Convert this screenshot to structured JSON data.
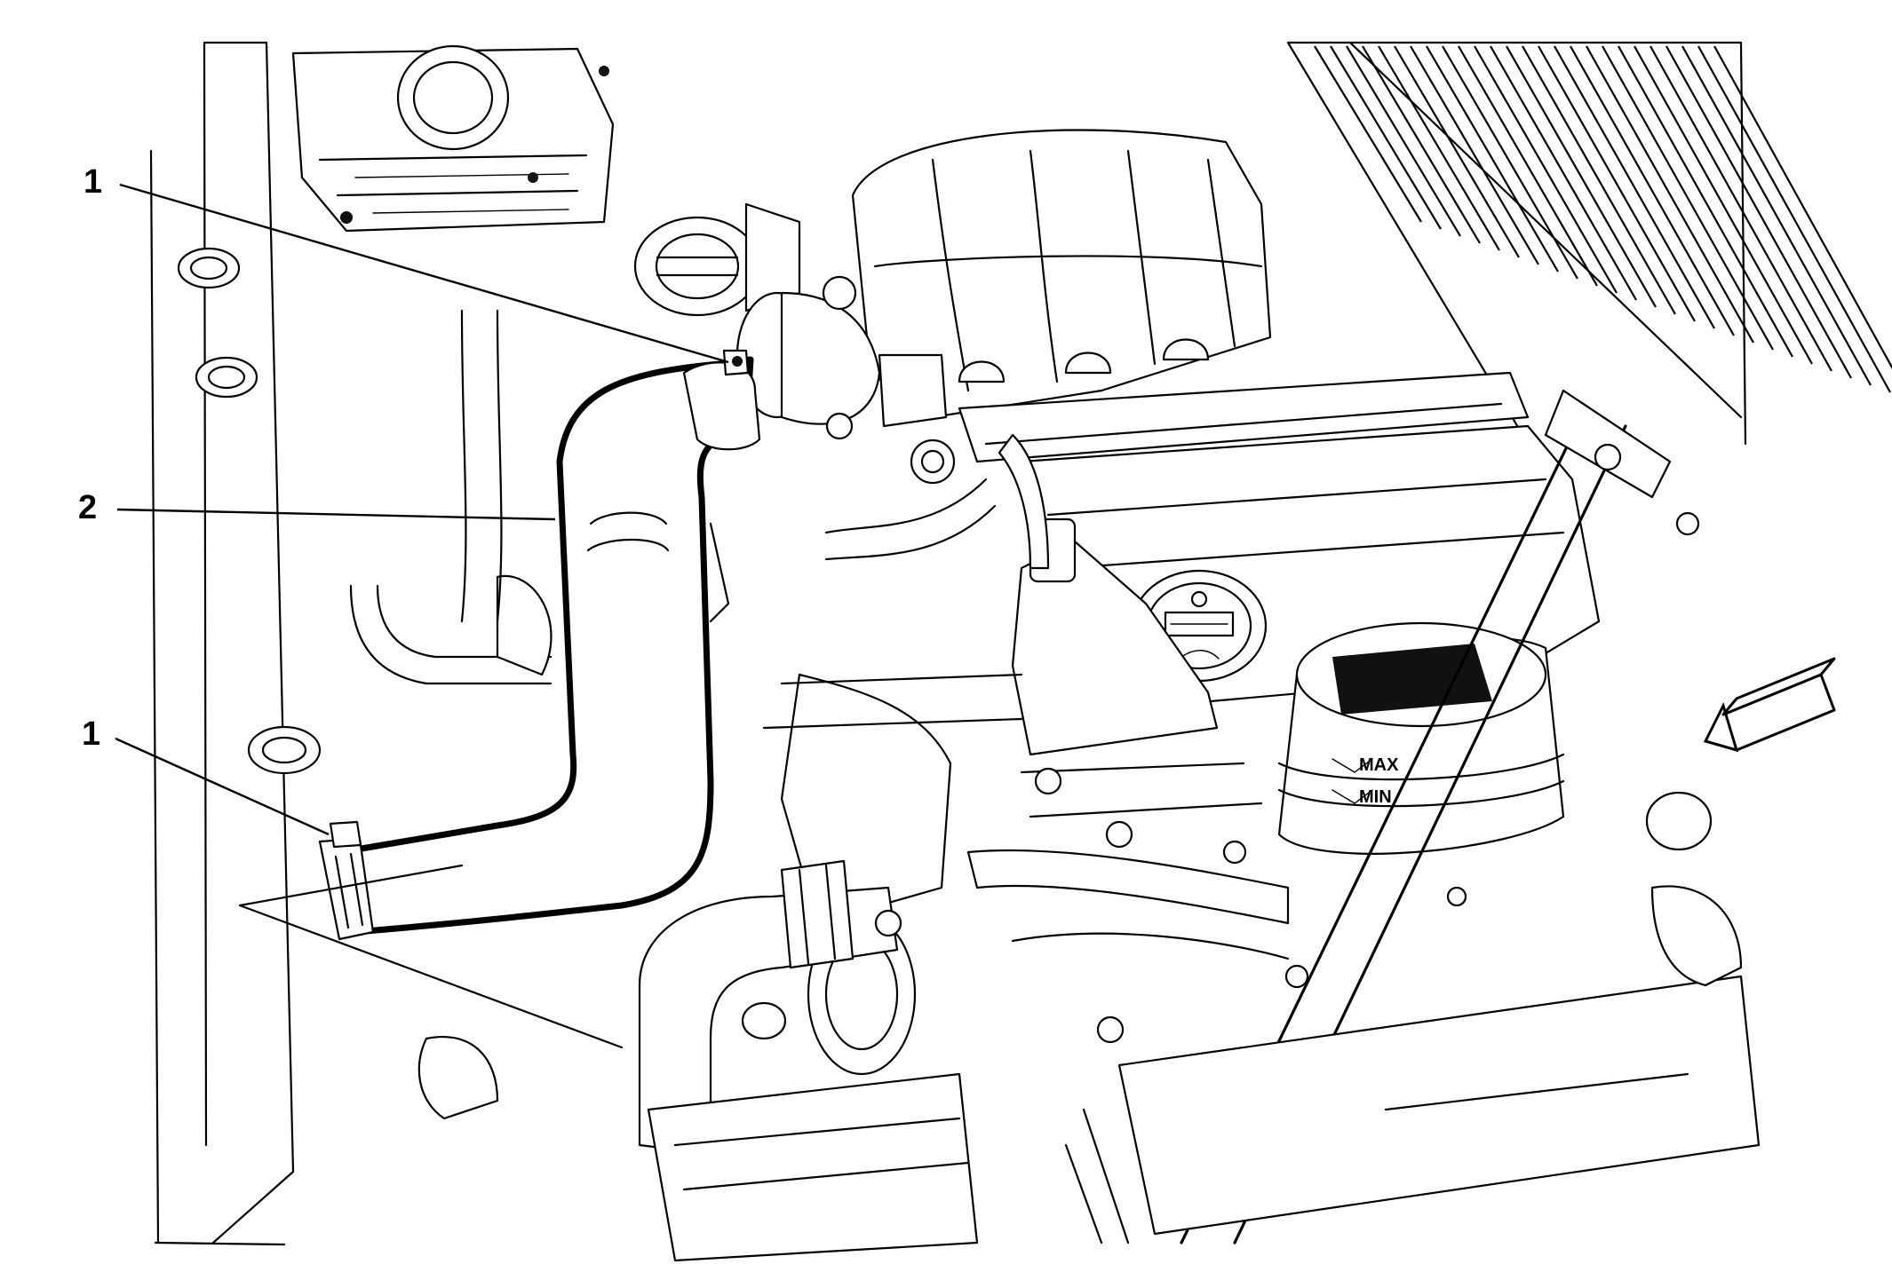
{
  "callouts": [
    {
      "id": "1",
      "label": "1"
    },
    {
      "id": "2",
      "label": "2"
    },
    {
      "id": "3",
      "label": "1"
    }
  ],
  "reservoir_marks": {
    "max": "MAX",
    "min": "MIN"
  },
  "colors": {
    "line": "#000000",
    "background": "#ffffff"
  },
  "icons": [
    "view-direction-arrow-icon",
    "hose-clamp-icon"
  ]
}
